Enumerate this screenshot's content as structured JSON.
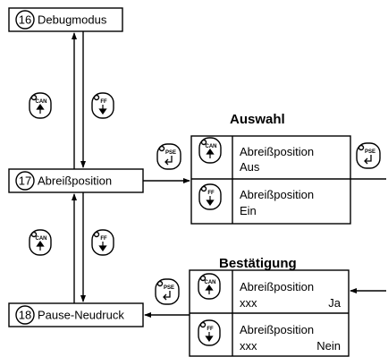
{
  "menu": {
    "debug": {
      "number": "16",
      "label": "Debugmodus"
    },
    "tear": {
      "number": "17",
      "label": "Abreißposition"
    },
    "pause": {
      "number": "18",
      "label": "Pause-Neudruck"
    }
  },
  "keys": {
    "can": "CAN",
    "ff": "FF",
    "pse": "PSE"
  },
  "auswahl": {
    "title": "Auswahl",
    "option1": {
      "line1": "Abreißposition",
      "line2": "Aus"
    },
    "option2": {
      "line1": "Abreißposition",
      "line2": "Ein"
    }
  },
  "bestaetigung": {
    "title": "Bestätigung",
    "option1": {
      "line1": "Abreißposition",
      "line2_left": "xxx",
      "line2_right": "Ja"
    },
    "option2": {
      "line1": "Abreißposition",
      "line2_left": "xxx",
      "line2_right": "Nein"
    }
  }
}
